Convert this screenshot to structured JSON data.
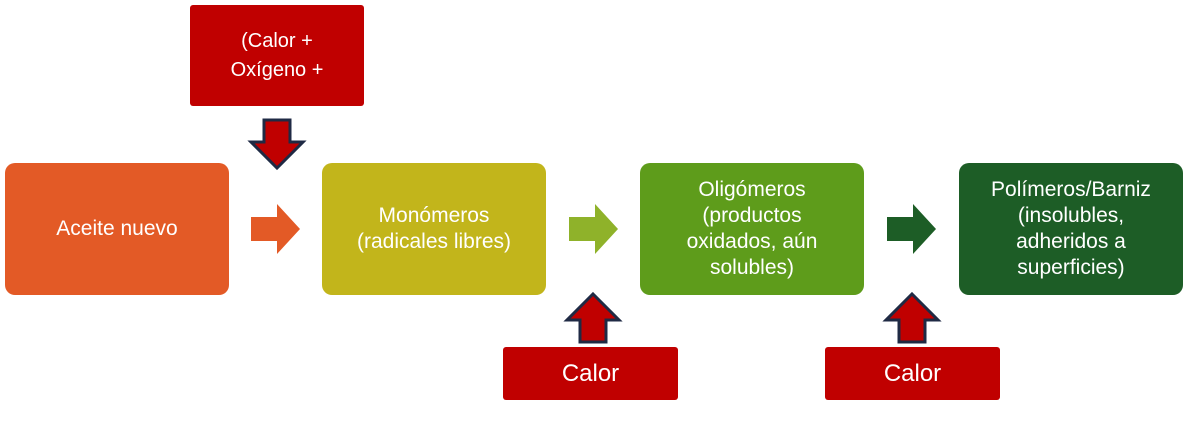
{
  "stages": [
    {
      "text": "Aceite nuevo",
      "color": "#e35a26"
    },
    {
      "text": "Monómeros\n(radicales libres)",
      "color": "#c2b51b"
    },
    {
      "text": "Oligómeros\n(productos\noxidados, aún\nsolubles)",
      "color": "#5e9c1b"
    },
    {
      "text": "Polímeros/Barniz\n(insolubles,\nadheridos a\nsuperficies)",
      "color": "#1d5d26"
    }
  ],
  "inputs": {
    "top": "(Calor +\nOxígeno +",
    "bottom_1": "Calor",
    "bottom_2": "Calor"
  },
  "colors": {
    "input_fill": "#c00000",
    "arrow_outline": "#1f2a44",
    "arrow_1": "#e35a26",
    "arrow_2": "#8fb22a",
    "arrow_3": "#1d5d26"
  }
}
